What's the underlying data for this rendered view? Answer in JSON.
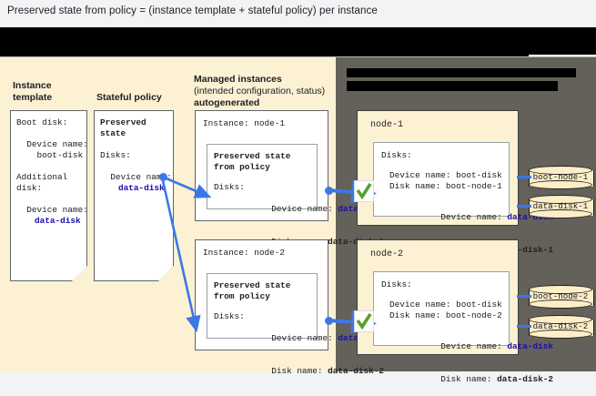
{
  "title": "Preserved state from policy = (instance template + stateful policy) per instance",
  "top_band": {
    "redacted": true,
    "check_icon": "green-check-icon"
  },
  "colors": {
    "background": "#fdf1d4",
    "dark_panel": "#64615a",
    "accent_blue": "#3b78e7",
    "link_blue": "#1a0dab",
    "check_green": "#6aa84f",
    "cylinder_fill": "#fdeec7"
  },
  "columns": {
    "instance_template": {
      "heading_line1": "Instance",
      "heading_line2": "template"
    },
    "stateful_policy": {
      "heading_line1": "Stateful policy",
      "heading_line2": ""
    },
    "managed_instances": {
      "heading_line1": "Managed instances",
      "heading_line2": "(intended configuration, status)",
      "heading_line3": "autogenerated"
    }
  },
  "instance_template_card": {
    "l1": "Boot disk:",
    "l2": "",
    "l3": "  Device name:",
    "l4": "    boot-disk",
    "l5": "",
    "l6": "Additional",
    "l7": "disk:",
    "l8": "",
    "l9": "  Device name:",
    "l10": "data-disk"
  },
  "stateful_policy_card": {
    "l1": "Preserved",
    "l2": "state",
    "l3": "",
    "l4": "Disks:",
    "l5": "",
    "l6": "  Device name:",
    "l7": "data-disk"
  },
  "managed_instances": [
    {
      "instance_label": "Instance: node-1",
      "inner": {
        "title1": "Preserved state",
        "title2": "from policy",
        "disks_label": "Disks:",
        "device_name_label": "Device name:",
        "device_name_value": "data-disk",
        "disk_name_label": "Disk name:",
        "disk_name_value": "data-disk-1"
      }
    },
    {
      "instance_label": "Instance: node-2",
      "inner": {
        "title1": "Preserved state",
        "title2": "from policy",
        "disks_label": "Disks:",
        "device_name_label": "Device name:",
        "device_name_value": "data-disk",
        "disk_name_label": "Disk name:",
        "disk_name_value": "data-disk-2"
      }
    }
  ],
  "nodes": [
    {
      "name": "node-1",
      "disks_label": "Disks:",
      "boot_device_label": "Device name: boot-disk",
      "boot_disk_label": "Disk name: boot-node-1",
      "data_device_label": "Device name:",
      "data_device_value": "data-disk",
      "data_disk_label": "Disk name:",
      "data_disk_value": "data-disk-1",
      "status_icon": "green-check-icon"
    },
    {
      "name": "node-2",
      "disks_label": "Disks:",
      "boot_device_label": "Device name: boot-disk",
      "boot_disk_label": "Disk name: boot-node-2",
      "data_device_label": "Device name:",
      "data_device_value": "data-disk",
      "data_disk_label": "Disk name:",
      "data_disk_value": "data-disk-2",
      "status_icon": "green-check-icon"
    }
  ],
  "cylinders": [
    {
      "label": "boot-node-1"
    },
    {
      "label": "data-disk-1"
    },
    {
      "label": "boot-node-2"
    },
    {
      "label": "data-disk-2"
    }
  ]
}
